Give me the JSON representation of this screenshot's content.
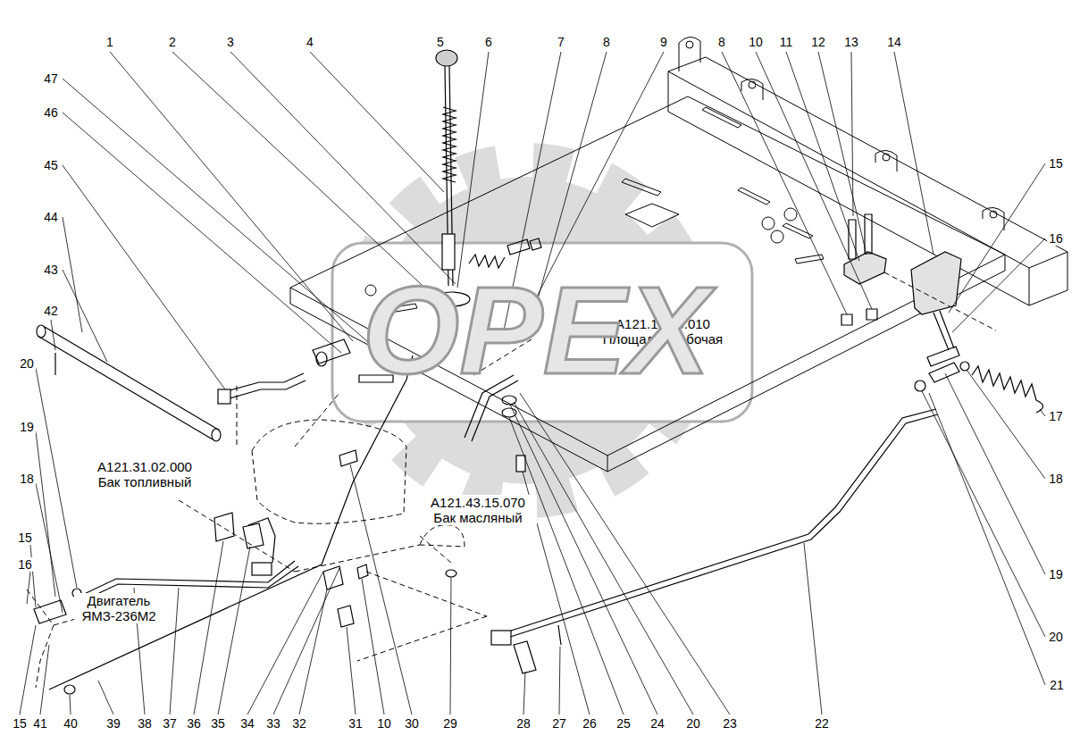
{
  "diagram": {
    "labels": [
      "1",
      "2",
      "3",
      "4",
      "5",
      "6",
      "7",
      "8",
      "9",
      "8",
      "10",
      "11",
      "12",
      "13",
      "14",
      "47",
      "46",
      "45",
      "44",
      "43",
      "42",
      "20",
      "19",
      "18",
      "15",
      "16",
      "15",
      "16",
      "17",
      "18",
      "19",
      "20",
      "21",
      "15",
      "41",
      "40",
      "39",
      "38",
      "37",
      "36",
      "35",
      "34",
      "33",
      "32",
      "31",
      "10",
      "30",
      "29",
      "28",
      "27",
      "26",
      "25",
      "24",
      "20",
      "23",
      "22",
      "A121.13.00.010 Площадка рабочая",
      "A121.31.02.000 Бак топливный",
      "A121.43.15.070 Бак масляный",
      "Двигатель ЯМЗ-236М2",
      "OPEX"
    ]
  }
}
